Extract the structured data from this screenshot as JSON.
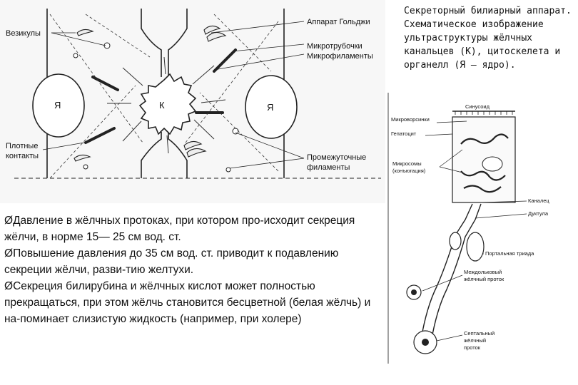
{
  "caption": "Секреторный билиарный аппарат. Схематическое изображение ультраструктуры жёлчных канальцев (К), цитоскелета и органелл (Я — ядро).",
  "left_figure": {
    "labels": {
      "vesicles": "Везикулы",
      "golgi": "Аппарат Гольджи",
      "microtubules": "Микротрубочки",
      "microfilaments": "Микрофиламенты",
      "tight_1": "Плотные",
      "tight_2": "контакты",
      "intermediate_1": "Промежуточные",
      "intermediate_2": "филаменты",
      "nucleus_left": "Я",
      "nucleus_right": "Я",
      "canaliculus": "К"
    }
  },
  "right_figure": {
    "labels": {
      "sinusoid": "Синусоид",
      "microvilli": "Микроворсинки",
      "hepatocyte": "Гепатоцит",
      "microsomes_1": "Микросомы",
      "microsomes_2": "(конъюгация)",
      "canaliculus": "Каналец",
      "ductule": "Дуктула",
      "portal_triad": "Портальная триада",
      "interlobular_1": "Междольковый",
      "interlobular_2": "жёлчный проток",
      "septal_1": "Септальный",
      "septal_2": "жёлчный",
      "septal_3": "проток"
    }
  },
  "bullets": [
    "Давление в жёлчных протоках, при котором про-исходит секреция жёлчи, в норме 15— 25 см вод. ст.",
    "Повышение давления до 35 см вод. ст. приводит к подавлению секреции жёлчи, разви-тию желтухи.",
    "Секреция билирубина и жёлчных кислот может полностью прекращаться, при этом жёлчь становится бесцветной (белая жёлчь) и на-поминает слизистую жидкость (например, при холере)"
  ],
  "bullet_marker": "Ø"
}
